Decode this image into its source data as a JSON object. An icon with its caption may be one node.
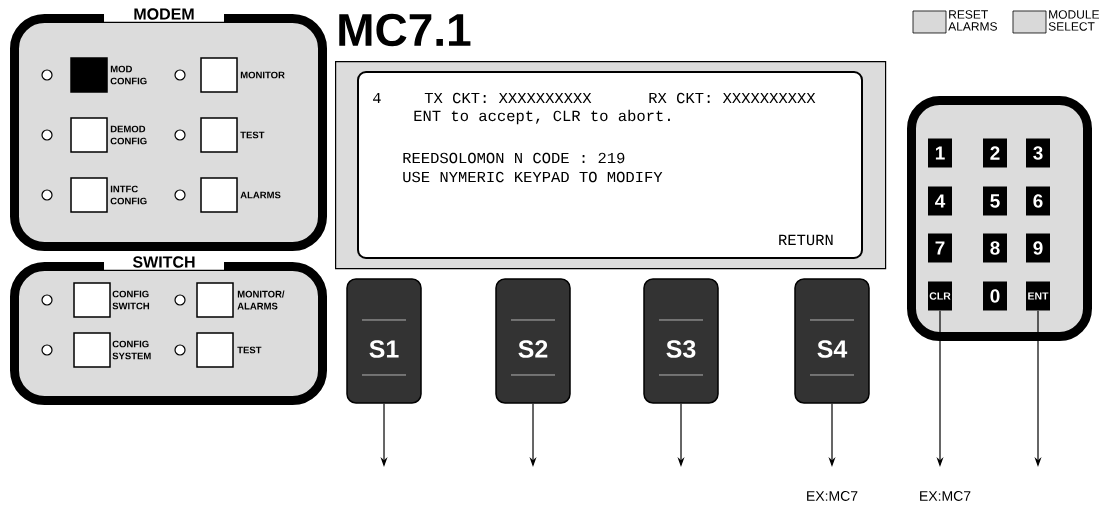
{
  "diagram": {
    "title": "MC7.1",
    "nodes": [
      {
        "text": [
          "MODEM"
        ]
      },
      {
        "text": [
          "MOD CONFIG"
        ],
        "in": 0
      },
      {
        "text": [
          "MONITOR"
        ],
        "in": 0
      },
      {
        "text": [
          "DEMOD CONFIG"
        ],
        "in": 0
      },
      {
        "text": [
          "TEST"
        ],
        "in": 0
      },
      {
        "text": [
          "INTFC CONFIG"
        ],
        "in": 0
      },
      {
        "text": [
          "ALARMS"
        ],
        "in": 0
      },
      {
        "text": [
          "SWITCH"
        ]
      },
      {
        "text": [
          "CONFIG SWITCH"
        ],
        "in": 7
      },
      {
        "text": [
          "MONITOR/ ALARMS"
        ],
        "in": 7
      },
      {
        "text": [
          "CONFIG SYSTEM"
        ],
        "in": 7
      },
      {
        "text": [
          "TEST"
        ],
        "in": 7
      },
      {
        "text": [
          "4",
          "TX CKT: XXXXXXXXXX",
          "RX CKT: XXXXXXXXXX",
          "ENT to accept, CLR to abort.",
          "REEDSOLOMON N CODE : 219",
          "USE NYMERIC KEYPAD TO MODIFY",
          "RETURN"
        ]
      },
      {
        "text": [
          "S1"
        ]
      },
      {
        "text": [
          "S2"
        ]
      },
      {
        "text": [
          "S3"
        ]
      },
      {
        "text": [
          "S4"
        ]
      },
      {
        "text": [],
        "shape": "box"
      },
      {
        "text": [
          "1"
        ],
        "in": 17
      },
      {
        "text": [
          "2"
        ],
        "in": 17
      },
      {
        "text": [
          "3"
        ],
        "in": 17
      },
      {
        "text": [
          "4"
        ],
        "in": 17
      },
      {
        "text": [
          "5"
        ],
        "in": 17
      },
      {
        "text": [
          "6"
        ],
        "in": 17
      },
      {
        "text": [
          "7"
        ],
        "in": 17
      },
      {
        "text": [
          "8"
        ],
        "in": 17
      },
      {
        "text": [
          "9"
        ],
        "in": 17
      },
      {
        "text": [
          "CLR"
        ],
        "in": 17
      },
      {
        "text": [
          "0"
        ],
        "in": 17
      },
      {
        "text": [
          "ENT"
        ],
        "in": 17
      }
    ],
    "edges": [
      {
        "from": 13,
        "to": null,
        "arrow": "to"
      },
      {
        "from": 14,
        "to": null,
        "arrow": "to"
      },
      {
        "from": 15,
        "to": null,
        "arrow": "to"
      },
      {
        "from": 16,
        "to": null,
        "arrow": "to"
      },
      {
        "from": 27,
        "to": null,
        "arrow": "to"
      },
      {
        "from": 29,
        "to": null,
        "arrow": "to"
      }
    ],
    "labels": [
      "EX:MC7",
      "EX:MC7"
    ],
    "legend": [
      {
        "text": "RESET ALARMS",
        "color": "#d9d9d9"
      },
      {
        "text": "MODULE SELECT",
        "color": "#d9d9d9"
      }
    ]
  }
}
